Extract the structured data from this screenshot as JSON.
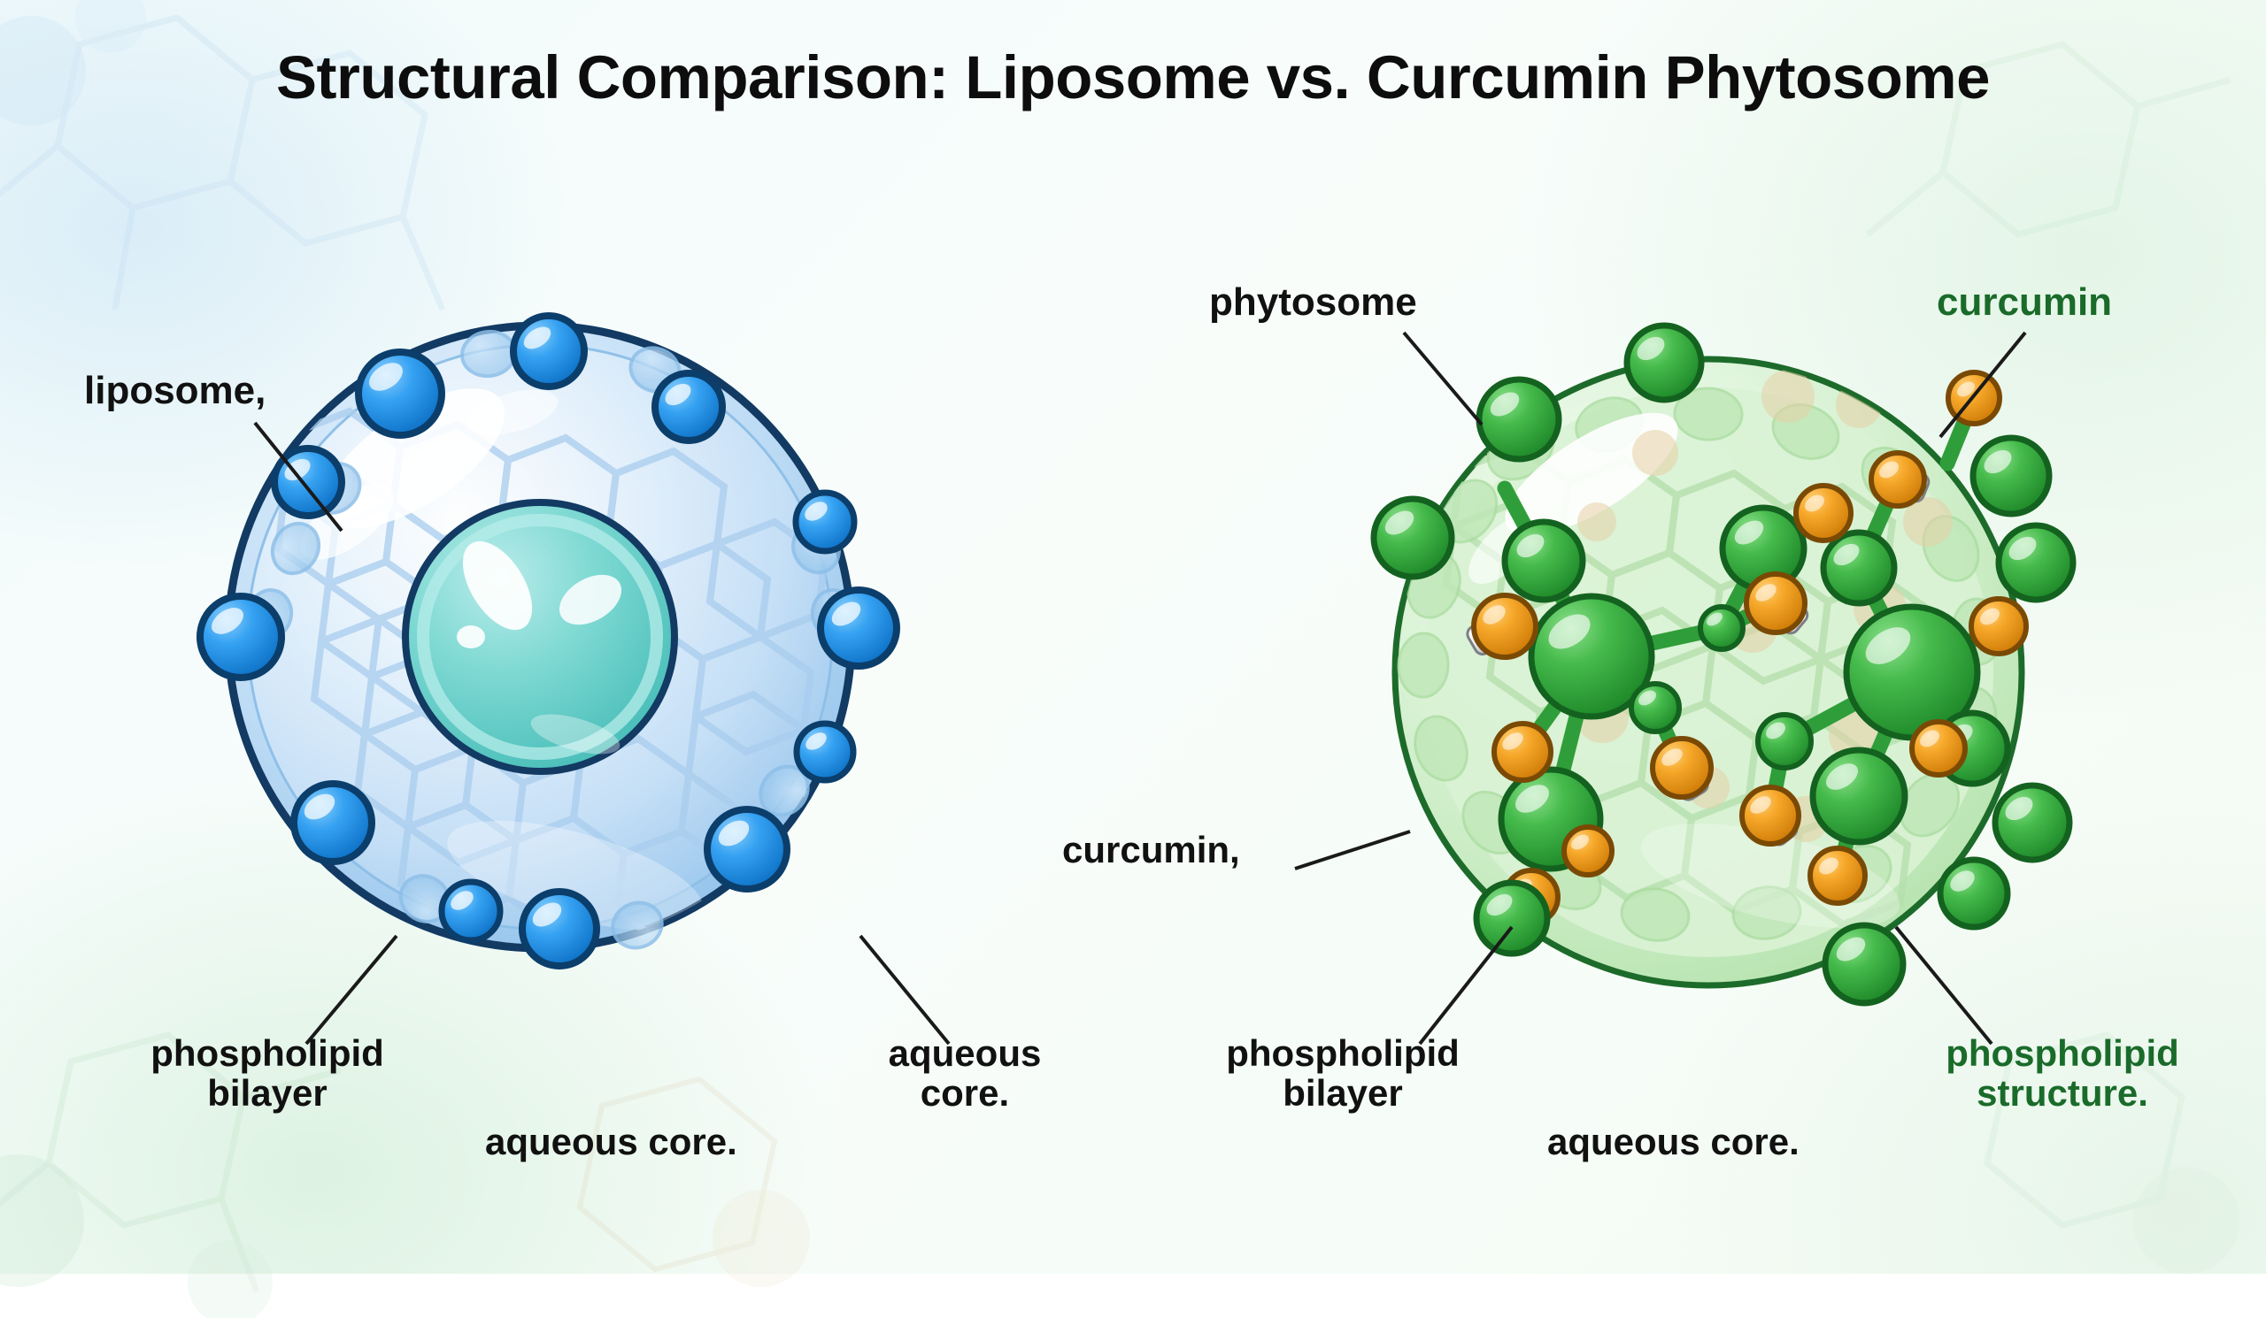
{
  "page": {
    "title": "Structural Comparison: Liposome vs. Curcumin Phytosome",
    "background_gradient_start": "#f2fbfb",
    "background_gradient_end": "#f4fbf4"
  },
  "colors": {
    "title_text": "#0d0d0d",
    "label_text": "#111111",
    "label_text_green": "#1a6b2a",
    "liposome_outline": "#123a63",
    "liposome_membrane_light": "#dcecfb",
    "liposome_membrane_mid": "#bcdcf6",
    "liposome_head_blue": "#2196f3",
    "liposome_head_blue_dark": "#0d6fc4",
    "aqueous_core_teal": "#63cfc9",
    "aqueous_core_teal_dark": "#17a3a0",
    "phytosome_outline": "#1d6b2a",
    "phytosome_membrane": "#c9ecc9",
    "phytosome_inner": "#ddf3dc",
    "curcumin_green": "#43b64a",
    "curcumin_green_dark": "#1d6b2a",
    "curcumin_orange": "#f5a623",
    "curcumin_orange_dark": "#c97d10",
    "bond_white": "#f2f2f2",
    "ghost_tan": "#e3cfa5"
  },
  "left_panel": {
    "name": "liposome-diagram",
    "labels": [
      {
        "id": "liposome",
        "text": "liposome,",
        "color": "#111111"
      },
      {
        "id": "phospholipid-bilayer",
        "text": "phospholipid\nbilayer",
        "color": "#111111"
      },
      {
        "id": "aqueous-core-bottom",
        "text": "aqueous core.",
        "color": "#111111"
      },
      {
        "id": "aqueous-core-right",
        "text": "aqueous\ncore.",
        "color": "#111111"
      }
    ]
  },
  "right_panel": {
    "name": "curcumin-phytosome-diagram",
    "labels": [
      {
        "id": "phytosome",
        "text": "phytosome",
        "color": "#111111"
      },
      {
        "id": "curcumin-top",
        "text": "curcumin",
        "color": "#1a6b2a"
      },
      {
        "id": "curcumin-left",
        "text": "curcumin,",
        "color": "#111111"
      },
      {
        "id": "phospholipid-bilayer",
        "text": "phospholipid\nbilayer",
        "color": "#111111"
      },
      {
        "id": "aqueous-core-bottom",
        "text": "aqueous core.",
        "color": "#111111"
      },
      {
        "id": "phospholipid-structure",
        "text": "phospholipid\nstructure.",
        "color": "#1a6b2a"
      }
    ]
  }
}
